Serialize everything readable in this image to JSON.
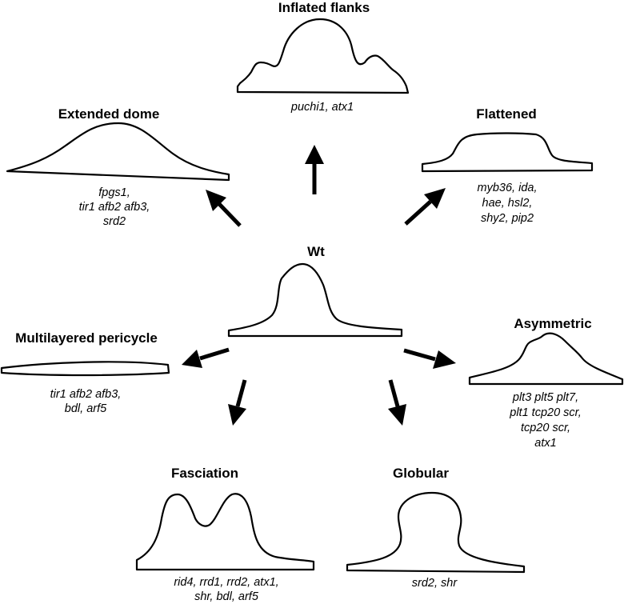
{
  "phenotypes": {
    "inflated_flanks": {
      "title": "Inflated flanks",
      "genes": [
        "puchi1, atx1"
      ]
    },
    "extended_dome": {
      "title": "Extended dome",
      "genes": [
        "fpgs1,",
        "tir1 afb2 afb3,",
        "srd2"
      ]
    },
    "flattened": {
      "title": "Flattened",
      "genes": [
        "myb36, ida,",
        "hae, hsl2,",
        "shy2, pip2"
      ]
    },
    "wt": {
      "title": "Wt",
      "genes": []
    },
    "multilayered_pericycle": {
      "title": "Multilayered pericycle",
      "genes": [
        "tir1 afb2 afb3,",
        "bdl, arf5"
      ]
    },
    "asymmetric": {
      "title": "Asymmetric",
      "genes": [
        "plt3 plt5 plt7,",
        "plt1 tcp20 scr,",
        "tcp20 scr,",
        "atx1"
      ]
    },
    "fasciation": {
      "title": "Fasciation",
      "genes": [
        "rid4, rrd1, rrd2, atx1,",
        "shr, bdl, arf5"
      ]
    },
    "globular": {
      "title": "Globular",
      "genes": [
        "srd2, shr"
      ]
    }
  }
}
